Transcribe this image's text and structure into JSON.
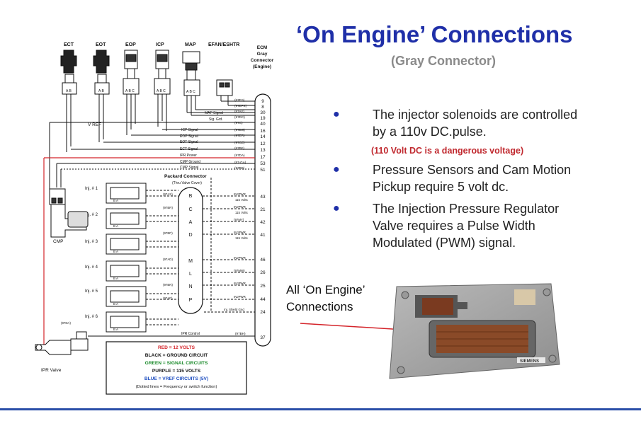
{
  "slide": {
    "title": "‘On Engine’ Connections",
    "subtitle": "(Gray Connector)"
  },
  "bullets": [
    {
      "text_line1": "The injector solenoids are controlled",
      "text_line2": "by a 110v DC.pulse."
    },
    {
      "text_line1": "Pressure Sensors and Cam Motion",
      "text_line2": "Pickup require 5 volt dc."
    },
    {
      "text_line1": "The Injection Pressure Regulator",
      "text_line2": "Valve requires a Pulse Width",
      "text_line3": "Modulated (PWM) signal."
    }
  ],
  "warning": "(110 Volt DC is a dangerous voltage)",
  "ecm_photo_label": {
    "line1": "All ‘On Engine’",
    "line2": "Connections"
  },
  "ecm_photo": {
    "badge": "SIEMENS"
  },
  "diagram": {
    "sensors": [
      "ECT",
      "EOT",
      "EOP",
      "ICP",
      "MAP",
      "EFAN/ESHTR"
    ],
    "ecm_header": {
      "line1": "ECM",
      "line2": "Gray",
      "line3": "Connector",
      "line4": "(Engine)"
    },
    "vref_label": "V REF",
    "signal_labels": [
      "MAP Signal",
      "Sig. Grd.",
      "ICP Signal",
      "EOP Signal",
      "EOT Signal",
      "ECT Signal",
      "IPR Power",
      "CMP Ground",
      "CMP Signal"
    ],
    "wire_codes": [
      "(97ES)",
      "(97EFS)",
      "(97AY)",
      "(97DC)",
      "(97C)",
      "(97BG)",
      "(97ER)",
      "(97CE)",
      "(97BF)",
      "(97DA)",
      "(97-GA)",
      "(97BB)"
    ],
    "ecm_pins": [
      "9",
      "8",
      "30",
      "19",
      "40",
      "16",
      "14",
      "12",
      "13",
      "17",
      "53",
      "51",
      "43",
      "21",
      "42",
      "41",
      "46",
      "26",
      "25",
      "44",
      "24",
      "37"
    ],
    "packard": {
      "line1": "Packard Connector",
      "line2": "(Thru Valve Cover)"
    },
    "packard_letters": [
      "B",
      "C",
      "A",
      "D",
      "M",
      "L",
      "N",
      "P"
    ],
    "injectors": [
      "Inj. # 1",
      "Inj. # 2",
      "Inj. # 3",
      "Inj. # 4",
      "Inj. # 5",
      "Inj. # 6"
    ],
    "inj_right_labels": [
      "INJPWR",
      "115 Volts",
      "INJPWR",
      "115 Volts",
      "(97MY)",
      "INJPWR",
      "115 Volts",
      "INJPWR",
      "(97MW)",
      "INJPWR",
      "INJPWR",
      "Inj. Shield Gnd"
    ],
    "inj_left_codes": [
      "(97AS)",
      "(97BR)",
      "(97BP)",
      "(97AD)",
      "(97BN)",
      "(97AF)"
    ],
    "cmp_label": "CMP",
    "ipr_label": "IPR Valve",
    "ipr_control": "IPR Control",
    "ipr_code": "(97BH)",
    "ipr_pin_code": "(97DA)",
    "legend": [
      {
        "text": "RED = 12 VOLTS",
        "color": "#d4242a"
      },
      {
        "text": "BLACK = GROUND CIRCUIT",
        "color": "#111111"
      },
      {
        "text": "GREEN = SIGNAL CIRCUITS",
        "color": "#1a8a2a"
      },
      {
        "text": "PURPLE = 115 VOLTS",
        "color": "#111111"
      },
      {
        "text": "BLUE = VREF CIRCUITS (5V)",
        "color": "#1f4fc0"
      },
      {
        "text": "(Dotted lines = Frequency or switch function)",
        "color": "#111111"
      }
    ]
  },
  "colors": {
    "title": "#1f2fa8",
    "warning": "#c0282e",
    "accent_line": "#2a4ea8",
    "red_wire": "#d4242a"
  }
}
